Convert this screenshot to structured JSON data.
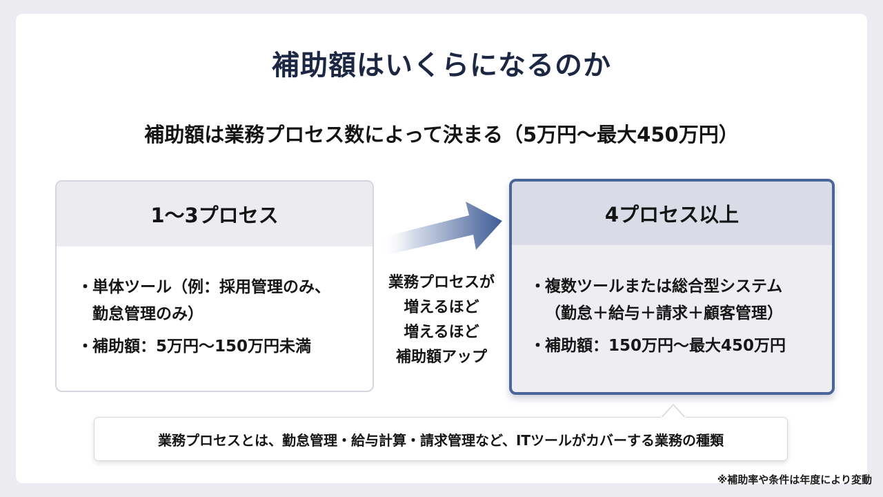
{
  "title": "補助額はいくらになるのか",
  "subtitle": "補助額は業務プロセス数によって決まる（5万円〜最大450万円）",
  "left_card": {
    "heading": "1〜3プロセス",
    "bullets": [
      {
        "marker": "・",
        "text": "単体ツール（例：採用管理のみ、\n勤怠管理のみ）"
      },
      {
        "marker": "・",
        "text": "補助額：5万円〜150万円未満"
      }
    ]
  },
  "middle": {
    "arrow_icon": "arrow-right-gradient-icon",
    "text": "業務プロセスが\n増えるほど\n増えるほど\n補助額アップ"
  },
  "right_card": {
    "heading": "4プロセス以上",
    "bullets": [
      {
        "marker": "・",
        "text": "複数ツールまたは総合型システム\n（勤怠＋給与＋請求＋顧客管理）"
      },
      {
        "marker": "・",
        "text": "補助額：150万円〜最大450万円"
      }
    ]
  },
  "note": "業務プロセスとは、勤怠管理・給与計算・請求管理など、ITツールがカバーする業務の種類",
  "footnote": "※補助率や条件は年度により変動",
  "colors": {
    "title": "#1c2744",
    "accent_border": "#4a6597",
    "arrow_start": "#eef1f7",
    "arrow_end": "#3f5c95",
    "background": "#ebebf0"
  }
}
